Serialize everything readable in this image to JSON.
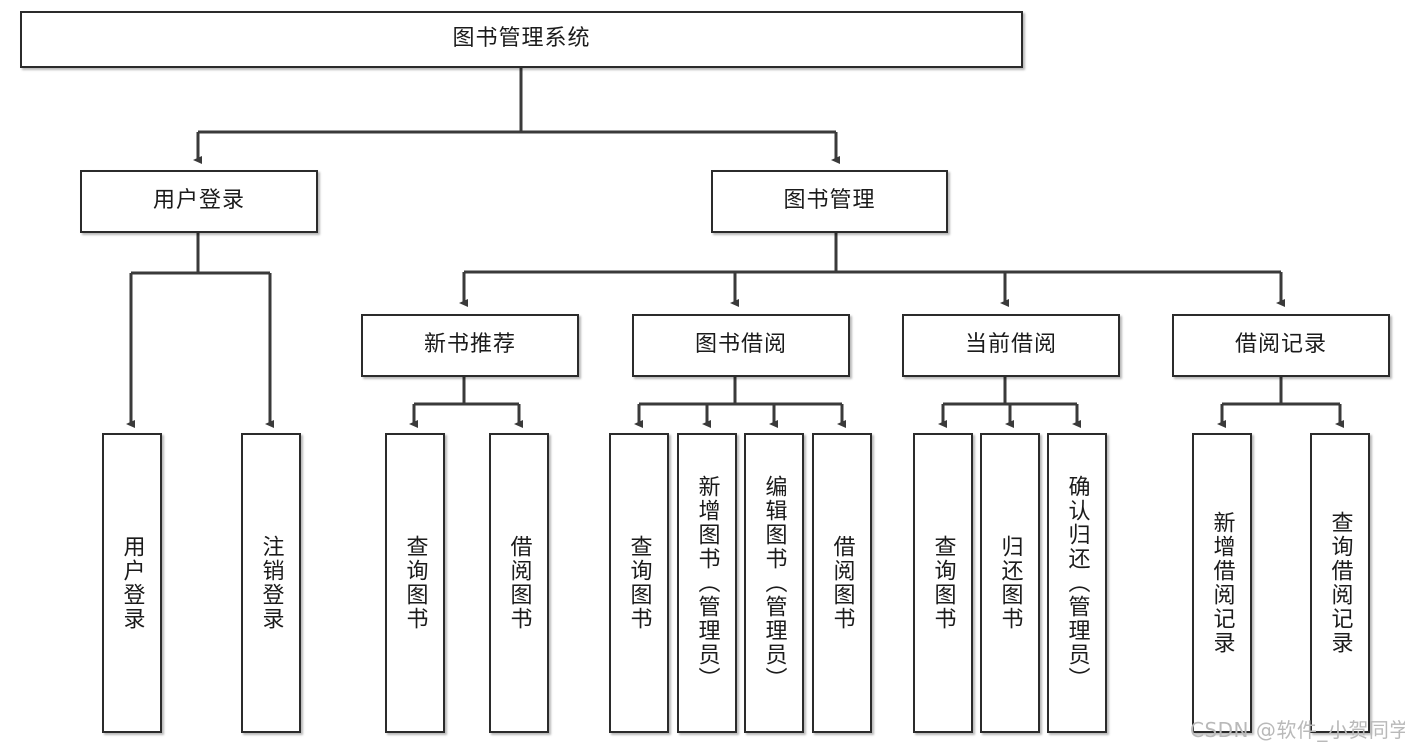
{
  "diagram": {
    "title": "图书管理系统",
    "type": "tree-hierarchy-diagram",
    "watermark": "CSDN @软件_小贺同学",
    "colors": {
      "background": "#ffffff",
      "box_border": "#2b2b2b",
      "box_fill": "#ffffff",
      "line": "#3a3a3a",
      "text": "#1b1b1b",
      "watermark": "#b9b9b9"
    },
    "nodes": {
      "root": {
        "label": "图书管理系统"
      },
      "level2": [
        {
          "id": "user-login",
          "label": "用户登录"
        },
        {
          "id": "book-management",
          "label": "图书管理"
        }
      ],
      "level3": [
        {
          "id": "new-book-recommend",
          "label": "新书推荐"
        },
        {
          "id": "book-borrow",
          "label": "图书借阅"
        },
        {
          "id": "current-borrow",
          "label": "当前借阅"
        },
        {
          "id": "borrow-record",
          "label": "借阅记录"
        }
      ],
      "leaves": {
        "user_login": [
          {
            "id": "leaf-user-login",
            "label": "用户登录"
          },
          {
            "id": "leaf-logout-login",
            "label": "注销登录"
          }
        ],
        "new_book_recommend": [
          {
            "id": "leaf-query-book-1",
            "label": "查询图书"
          },
          {
            "id": "leaf-borrow-book-1",
            "label": "借阅图书"
          }
        ],
        "book_borrow": [
          {
            "id": "leaf-query-book-2",
            "label": "查询图书"
          },
          {
            "id": "leaf-add-book",
            "label": "新增图书（管理员）"
          },
          {
            "id": "leaf-edit-book",
            "label": "编辑图书（管理员）"
          },
          {
            "id": "leaf-borrow-book-2",
            "label": "借阅图书"
          }
        ],
        "current_borrow": [
          {
            "id": "leaf-query-book-3",
            "label": "查询图书"
          },
          {
            "id": "leaf-return-book",
            "label": "归还图书"
          },
          {
            "id": "leaf-confirm-return",
            "label": "确认归还（管理员）"
          }
        ],
        "borrow_record": [
          {
            "id": "leaf-add-record",
            "label": "新增借阅记录"
          },
          {
            "id": "leaf-query-record",
            "label": "查询借阅记录"
          }
        ]
      }
    }
  }
}
